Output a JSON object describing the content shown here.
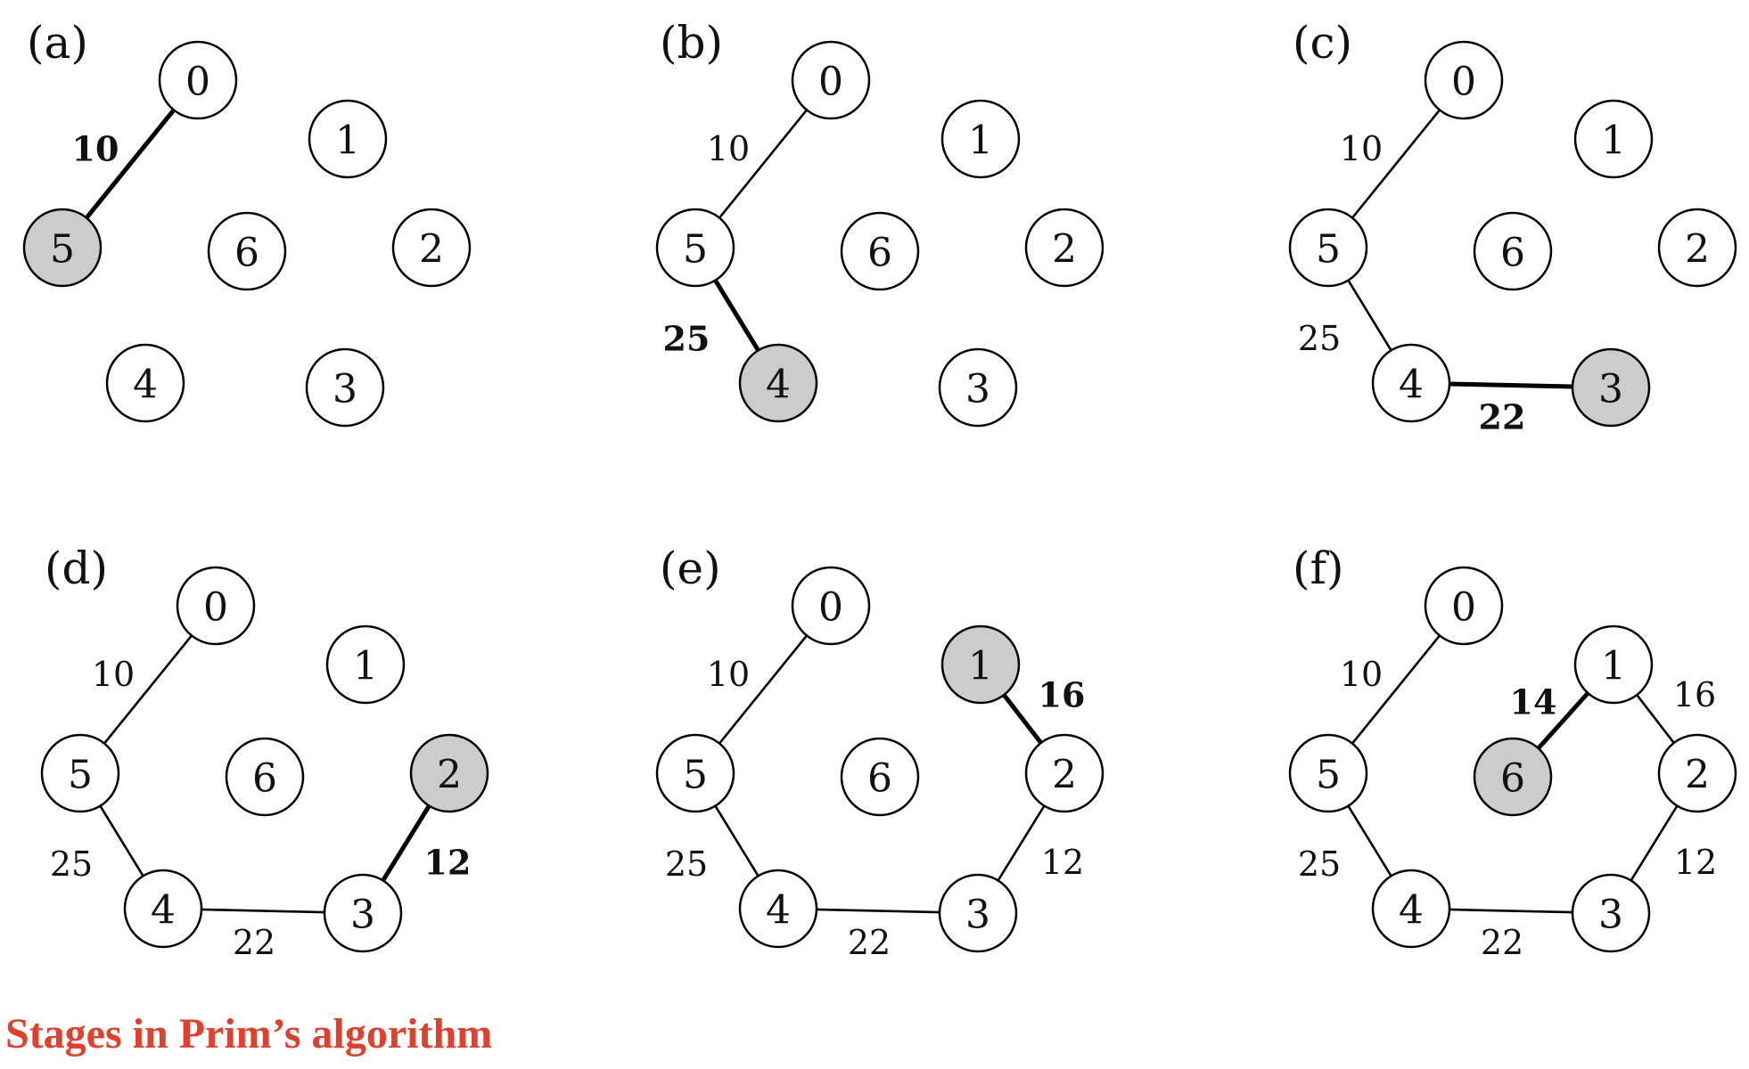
{
  "caption": "Stages in Prim’s algorithm",
  "colors": {
    "caption": "#e0402d",
    "node_fill": "#ffffff",
    "new_node_fill": "#cccccc",
    "stroke": "#000000"
  },
  "panels": [
    {
      "label": "(a)",
      "nodes": [
        "0",
        "1",
        "2",
        "3",
        "4",
        "5",
        "6"
      ],
      "new_node": "5",
      "edges": [
        {
          "from": "0",
          "to": "5",
          "weight": "10",
          "new": true
        }
      ]
    },
    {
      "label": "(b)",
      "nodes": [
        "0",
        "1",
        "2",
        "3",
        "4",
        "5",
        "6"
      ],
      "new_node": "4",
      "edges": [
        {
          "from": "0",
          "to": "5",
          "weight": "10",
          "new": false
        },
        {
          "from": "5",
          "to": "4",
          "weight": "25",
          "new": true
        }
      ]
    },
    {
      "label": "(c)",
      "nodes": [
        "0",
        "1",
        "2",
        "3",
        "4",
        "5",
        "6"
      ],
      "new_node": "3",
      "edges": [
        {
          "from": "0",
          "to": "5",
          "weight": "10",
          "new": false
        },
        {
          "from": "5",
          "to": "4",
          "weight": "25",
          "new": false
        },
        {
          "from": "4",
          "to": "3",
          "weight": "22",
          "new": true
        }
      ]
    },
    {
      "label": "(d)",
      "nodes": [
        "0",
        "1",
        "2",
        "3",
        "4",
        "5",
        "6"
      ],
      "new_node": "2",
      "edges": [
        {
          "from": "0",
          "to": "5",
          "weight": "10",
          "new": false
        },
        {
          "from": "5",
          "to": "4",
          "weight": "25",
          "new": false
        },
        {
          "from": "4",
          "to": "3",
          "weight": "22",
          "new": false
        },
        {
          "from": "3",
          "to": "2",
          "weight": "12",
          "new": true
        }
      ]
    },
    {
      "label": "(e)",
      "nodes": [
        "0",
        "1",
        "2",
        "3",
        "4",
        "5",
        "6"
      ],
      "new_node": "1",
      "edges": [
        {
          "from": "0",
          "to": "5",
          "weight": "10",
          "new": false
        },
        {
          "from": "5",
          "to": "4",
          "weight": "25",
          "new": false
        },
        {
          "from": "4",
          "to": "3",
          "weight": "22",
          "new": false
        },
        {
          "from": "3",
          "to": "2",
          "weight": "12",
          "new": false
        },
        {
          "from": "2",
          "to": "1",
          "weight": "16",
          "new": true
        }
      ]
    },
    {
      "label": "(f)",
      "nodes": [
        "0",
        "1",
        "2",
        "3",
        "4",
        "5",
        "6"
      ],
      "new_node": "6",
      "edges": [
        {
          "from": "0",
          "to": "5",
          "weight": "10",
          "new": false
        },
        {
          "from": "5",
          "to": "4",
          "weight": "25",
          "new": false
        },
        {
          "from": "4",
          "to": "3",
          "weight": "22",
          "new": false
        },
        {
          "from": "3",
          "to": "2",
          "weight": "12",
          "new": false
        },
        {
          "from": "2",
          "to": "1",
          "weight": "16",
          "new": false
        },
        {
          "from": "1",
          "to": "6",
          "weight": "14",
          "new": true
        }
      ]
    }
  ]
}
